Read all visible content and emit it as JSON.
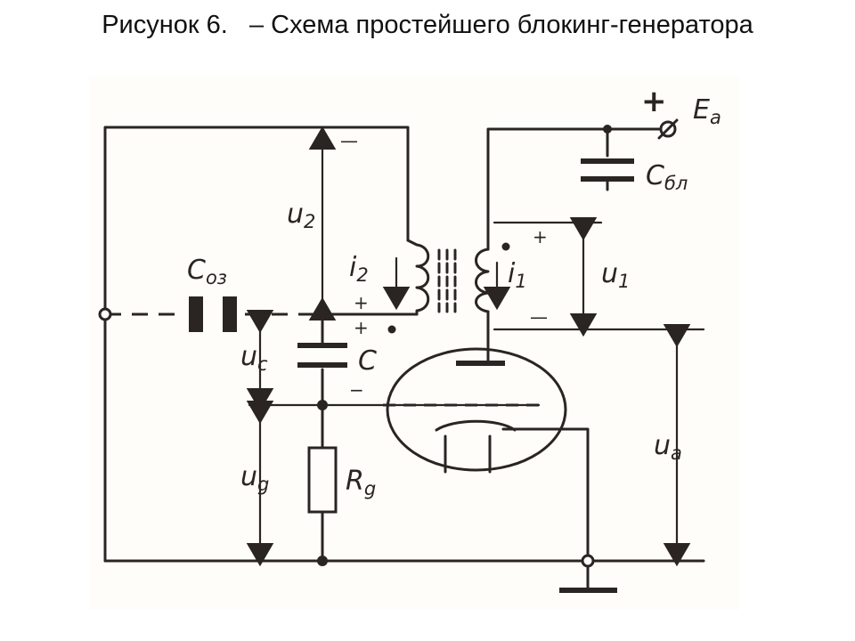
{
  "title": "Рисунок 6.   – Схема простейшего блокинг-генератора",
  "diagram": {
    "labels": {
      "Ea": {
        "main": "E",
        "sub": "a"
      },
      "Cbl": {
        "main": "C",
        "sub": "бл"
      },
      "Coz": {
        "main": "C",
        "sub": "оз"
      },
      "u2": {
        "main": "u",
        "sub": "2"
      },
      "i2": {
        "main": "i",
        "sub": "2"
      },
      "i1": {
        "main": "i",
        "sub": "1"
      },
      "u1": {
        "main": "u",
        "sub": "1"
      },
      "uc": {
        "main": "u",
        "sub": "c"
      },
      "C": {
        "main": "C"
      },
      "ua": {
        "main": "u",
        "sub": "a"
      },
      "ug": {
        "main": "u",
        "sub": "g"
      },
      "Rg": {
        "main": "R",
        "sub": "g"
      }
    },
    "signs": {
      "plus": "+",
      "minus": "—",
      "small_plus": "+",
      "small_minus": "−"
    }
  }
}
